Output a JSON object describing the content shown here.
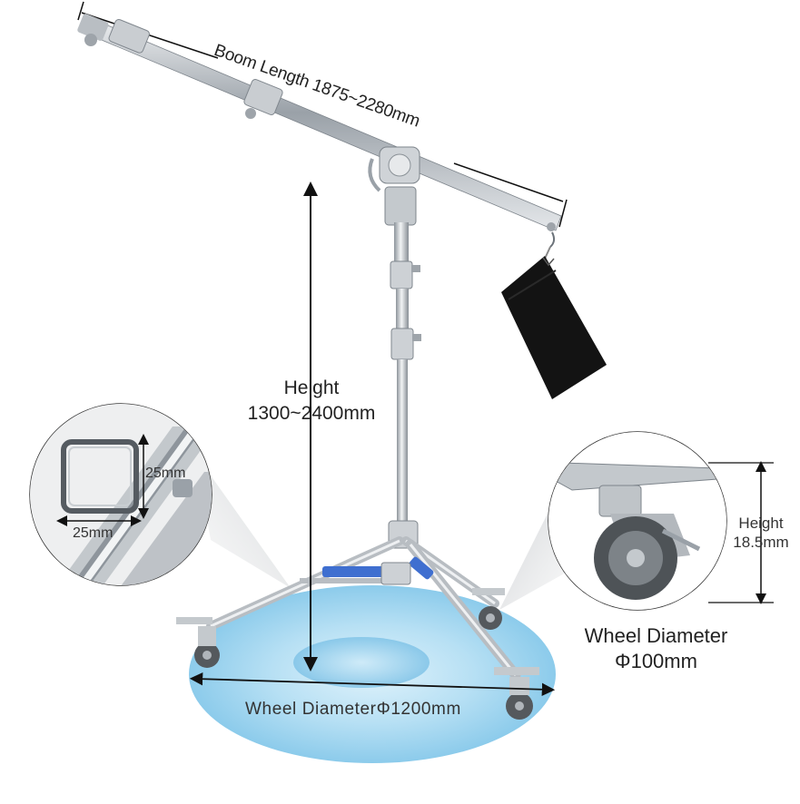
{
  "labels": {
    "boom_length": "Boom Length 1875~2280mm",
    "height_title": "Height",
    "height_range": "1300~2400mm",
    "base_diameter": "Wheel DiameterΦ1200mm",
    "wheel_diameter_title": "Wheel Diameter",
    "wheel_diameter_value": "Φ100mm",
    "wheel_height_title": "Height",
    "wheel_height_value": "18.5mm",
    "tube_side_vertical": "25mm",
    "tube_side_horizontal": "25mm"
  },
  "colors": {
    "base_glow": "#9fd3ef",
    "stand_steel": "#c7ccd0",
    "accent_blue": "#3f6fd0",
    "sandbag": "#121212"
  }
}
